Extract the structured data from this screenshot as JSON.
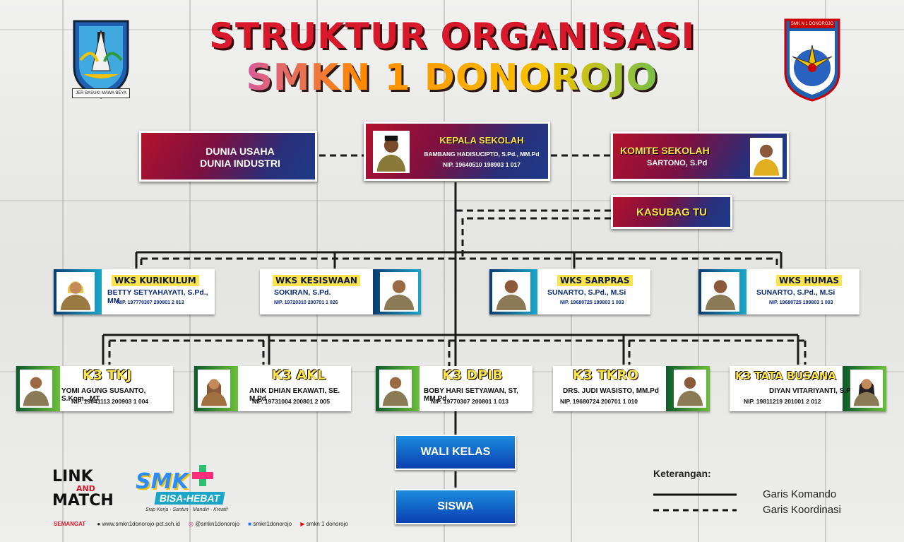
{
  "title_line1": "STRUKTUR ORGANISASI",
  "title_line2": "SMKN 1 DONOROJO",
  "left_logo": {
    "ribbon_text": "JER BASUKI MAWA BEYA"
  },
  "right_logo": {
    "ribbon_text": "SMK N 1 DONOROJO"
  },
  "dudi": {
    "line1": "DUNIA USAHA",
    "line2": "DUNIA INDUSTRI"
  },
  "kepala": {
    "title": "KEPALA SEKOLAH",
    "name": "BAMBANG HADISUCIPTO, S.Pd., MM.Pd",
    "nip": "NIP. 19640510 198903 1 017"
  },
  "komite": {
    "title": "KOMITE SEKOLAH",
    "name": "SARTONO, S.Pd"
  },
  "kasubag": {
    "title": "KASUBAG TU"
  },
  "wks": [
    {
      "title": "WKS KURIKULUM",
      "name": "BETTY SETYAHAYATI, S.Pd., MM",
      "nip": "NIP. 197770307 200801 2 013"
    },
    {
      "title": "WKS KESISWAAN",
      "name": "SOKIRAN, S.Pd.",
      "nip": "NIP. 19720310 200701 1 026"
    },
    {
      "title": "WKS SARPRAS",
      "name": "SUNARTO, S.Pd., M.Si",
      "nip": "NIP. 19680725 199803 1 003"
    },
    {
      "title": "WKS HUMAS",
      "name": "SUNARTO, S.Pd., M.Si",
      "nip": "NIP. 19680725 199803 1 003"
    }
  ],
  "k3": [
    {
      "title": "K3 TKJ",
      "name": "YOMI AGUNG SUSANTO, S.Kom., MT",
      "nip": "NIP. 19841113 200903 1 004"
    },
    {
      "title": "K3 AKL",
      "name": "ANIK DHIAN EKAWATI, SE. M.Pd",
      "nip": "NIP. 19731004 200801 2 005"
    },
    {
      "title": "K3 DPIB",
      "name": "BOBY HARI SETYAWAN, ST, MM.Pd",
      "nip": "NIP. 19770307 200801 1 013"
    },
    {
      "title": "K3 TKRO",
      "name": "DRS. JUDI WASISTO, MM.Pd",
      "nip": "NIP. 19680724 200701 1 010"
    },
    {
      "title": "K3 TATA BUSANA",
      "name": "DIYAN VITARIYANTI, S.Pd",
      "nip": "NIP. 19811219 201001 2 012"
    }
  ],
  "wali_kelas": "WALI KELAS",
  "siswa": "SISWA",
  "link_match": {
    "line1": "LINK",
    "line2": "AND",
    "line3": "MATCH"
  },
  "smk_logo": {
    "big": "SMK",
    "badge": "BISA-HEBAT",
    "tagline": "Siap Kerja · Santun · Mandiri · Kreatif"
  },
  "legend": {
    "title": "Keterangan:",
    "solid": "Garis Komando",
    "dashed": "Garis Koordinasi"
  },
  "footer": {
    "brand": "SEMANGAT",
    "website": "www.smkn1donorojo-pct.sch.id",
    "instagram": "@smkn1donorojo",
    "facebook": "smkn1donorojo",
    "youtube": "smkn 1 donorojo"
  },
  "colors": {
    "accent_red": "#d8192b",
    "banner_blue": "#1c3b8a",
    "wks_teal": "#1aa6c9",
    "k3_green": "#3f9a2e",
    "label_yellow": "#ffe34a"
  }
}
